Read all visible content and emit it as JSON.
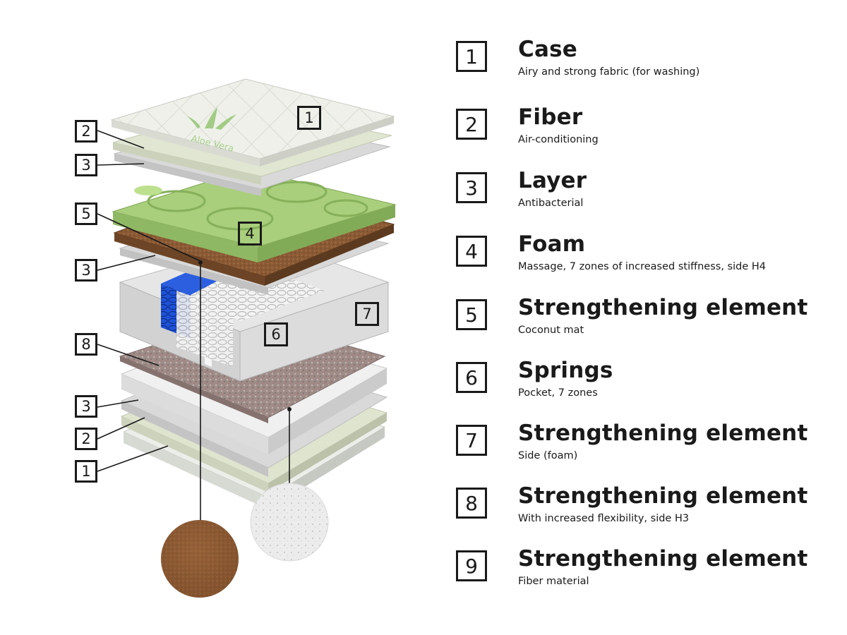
{
  "diagram": {
    "left_labels": [
      "2",
      "3",
      "5",
      "3",
      "8",
      "3",
      "2",
      "1"
    ],
    "layer_labels": [
      "1",
      "4",
      "6",
      "7"
    ],
    "case_print": "Aloe Vera",
    "colors": {
      "quilt": "#ecefe6",
      "fiber": "#dfe4cf",
      "gray_layer": "#cfcfcf",
      "foam": "#9dc36f",
      "coconut": "#8b5a33",
      "spring_unit": "#e2e2e2",
      "blue_springs": "#1f52d6",
      "felt": "#9c8a86",
      "white_layer": "#ececec"
    }
  },
  "legend": [
    {
      "number": "1",
      "title": "Case",
      "desc": "Airy and strong fabric (for washing)"
    },
    {
      "number": "2",
      "title": "Fiber",
      "desc": "Air-conditioning"
    },
    {
      "number": "3",
      "title": "Layer",
      "desc": "Antibacterial"
    },
    {
      "number": "4",
      "title": "Foam",
      "desc": "Massage, 7 zones of increased stiffness, side H4"
    },
    {
      "number": "5",
      "title": "Strengthening element",
      "desc": "Coconut mat"
    },
    {
      "number": "6",
      "title": "Springs",
      "desc": "Pocket, 7 zones"
    },
    {
      "number": "7",
      "title": "Strengthening element",
      "desc": "Side (foam)"
    },
    {
      "number": "8",
      "title": "Strengthening element",
      "desc": "With increased flexibility, side H3"
    },
    {
      "number": "9",
      "title": "Strengthening element",
      "desc": "Fiber material"
    }
  ]
}
